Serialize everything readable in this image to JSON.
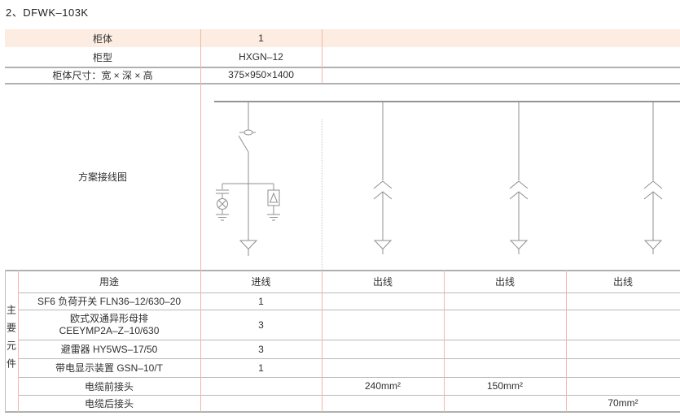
{
  "title": "2、DFWK–103K",
  "spec": {
    "rows": [
      {
        "label": "柜体",
        "value": "1"
      },
      {
        "label": "柜型",
        "value": "HXGN–12"
      },
      {
        "label": "柜体尺寸：宽 × 深 × 高",
        "value": "375×950×1400"
      }
    ]
  },
  "diagram": {
    "label": "方案接线图"
  },
  "table": {
    "usage_label": "用途",
    "columns": [
      "进线",
      "出线",
      "出线",
      "出线"
    ]
  },
  "components": {
    "group_label": "主要元件",
    "rows": [
      {
        "label": "SF6 负荷开关 FLN36–12/630–20",
        "cells": [
          "1",
          "",
          "",
          ""
        ]
      },
      {
        "label": "欧式双通异形母排",
        "label2": "CEEYMP2A–Z–10/630",
        "cells": [
          "3",
          "",
          "",
          ""
        ]
      },
      {
        "label": "避雷器 HY5WS–17/50",
        "cells": [
          "3",
          "",
          "",
          ""
        ]
      },
      {
        "label": "带电显示装置 GSN–10/T",
        "cells": [
          "1",
          "",
          "",
          ""
        ]
      },
      {
        "label": "电缆前接头",
        "cells": [
          "",
          "240mm²",
          "150mm²",
          ""
        ]
      },
      {
        "label": "电缆后接头",
        "cells": [
          "",
          "",
          "",
          "70mm²"
        ]
      }
    ]
  },
  "colors": {
    "header_band": "#fcece2",
    "grid_pink": "#f3b5ab",
    "grid_gray": "#b0b0b0",
    "diagram_stroke": "#8f8f8f",
    "text": "#2f2f2f"
  }
}
